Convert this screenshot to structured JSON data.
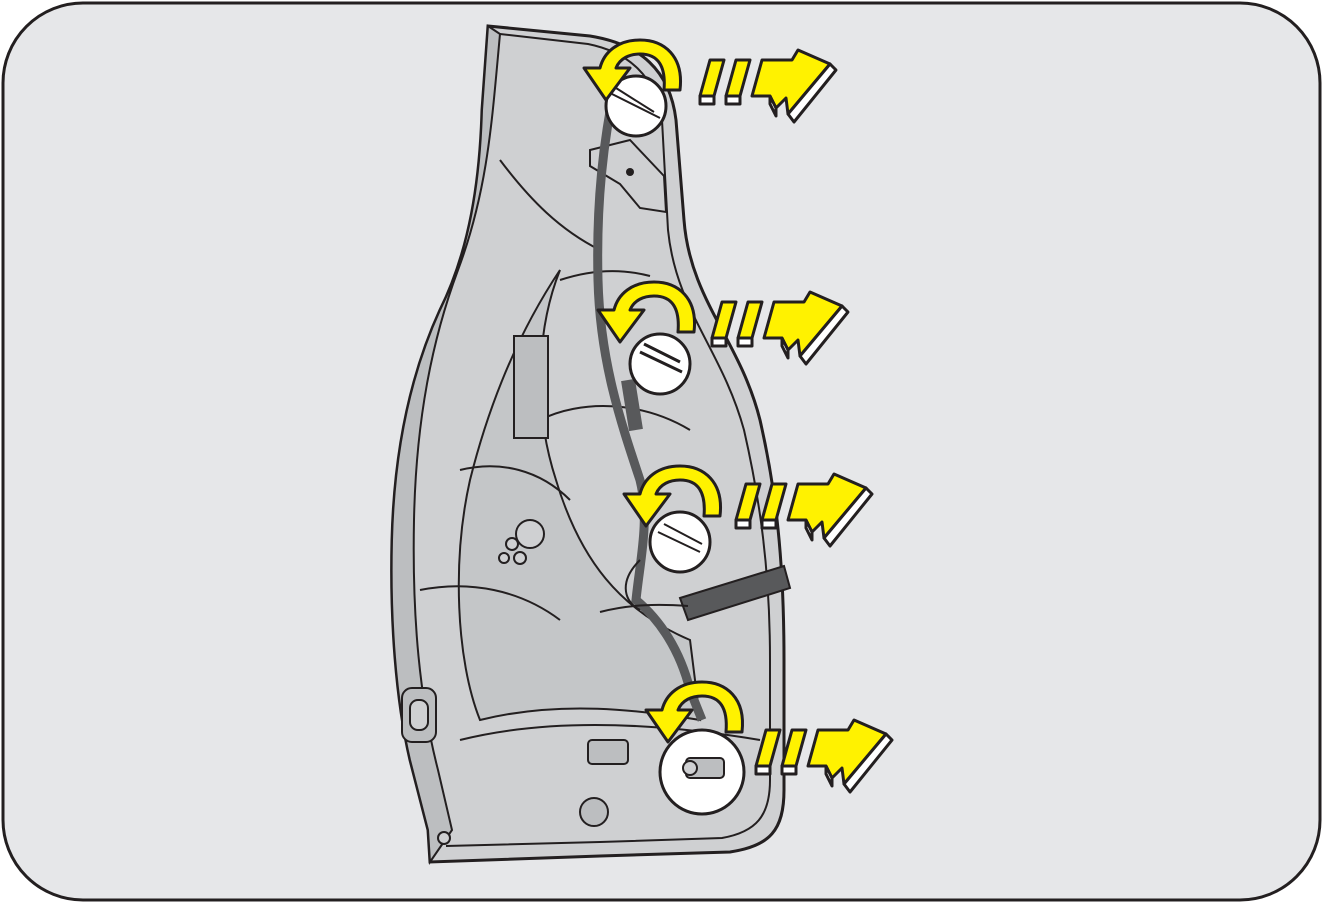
{
  "figure": {
    "panel_color": "#e6e7e9",
    "outline_color": "#231f20",
    "housing_color": "#cfd0d2",
    "housing_shade": "#bcbec0",
    "wire_color": "#58595b",
    "arrow_color": "#fff200",
    "bulb_color": "#ffffff"
  },
  "steps": [
    {
      "id": "bulb-1",
      "action": "rotate-counterclockwise-then-pull"
    },
    {
      "id": "bulb-2",
      "action": "rotate-counterclockwise-then-pull"
    },
    {
      "id": "bulb-3",
      "action": "rotate-counterclockwise-then-pull"
    },
    {
      "id": "bulb-4",
      "action": "rotate-counterclockwise-then-pull"
    }
  ]
}
